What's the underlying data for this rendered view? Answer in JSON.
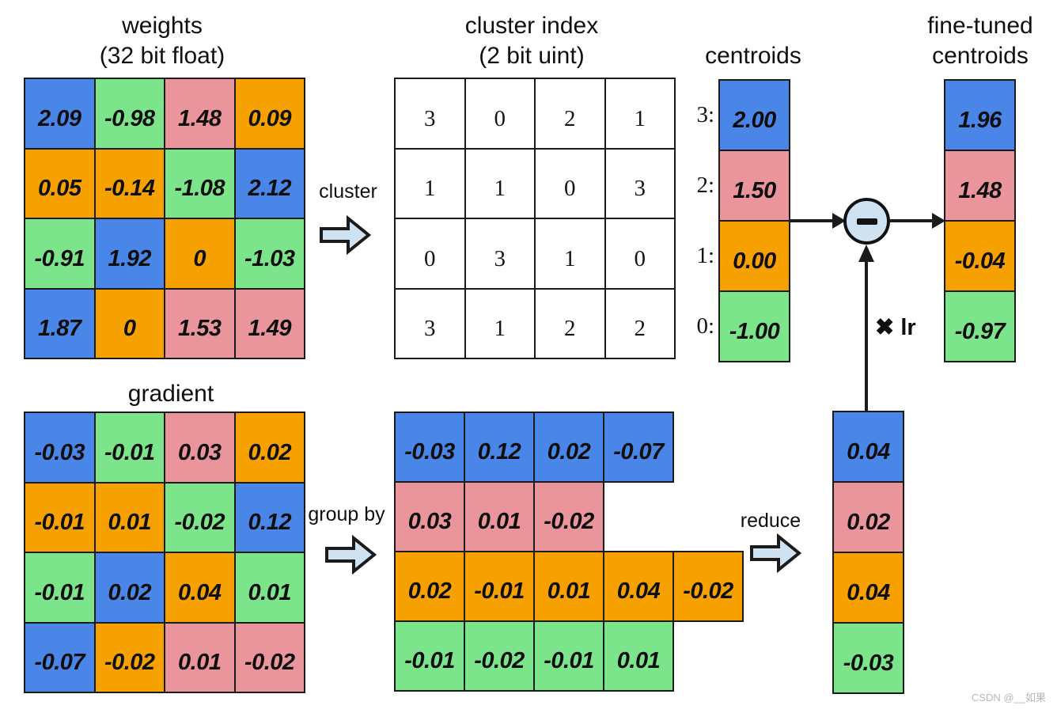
{
  "colors": {
    "blue": "#4a86e8",
    "green": "#7ce48a",
    "pink": "#e9959b",
    "orange": "#f6a100",
    "arrow_fill": "#cfe2f2",
    "line": "#1b1b1b",
    "watermark": "#b3b7bf"
  },
  "titles": {
    "weights_line1": "weights",
    "weights_line2": "(32 bit float)",
    "cluster_index_line1": "cluster index",
    "cluster_index_line2": "(2 bit uint)",
    "centroids": "centroids",
    "fine_tuned_line1": "fine-tuned",
    "fine_tuned_line2": "centroids",
    "gradient": "gradient"
  },
  "labels": {
    "cluster": "cluster",
    "group_by": "group by",
    "reduce": "reduce",
    "lr": "✖ lr",
    "minus": "−"
  },
  "centroid_indices": [
    "3:",
    "2:",
    "1:",
    "0:"
  ],
  "matrices": {
    "weights": [
      [
        {
          "t": "2.09",
          "c": "b"
        },
        {
          "t": "-0.98",
          "c": "g"
        },
        {
          "t": "1.48",
          "c": "p"
        },
        {
          "t": "0.09",
          "c": "o"
        }
      ],
      [
        {
          "t": "0.05",
          "c": "o"
        },
        {
          "t": "-0.14",
          "c": "o"
        },
        {
          "t": "-1.08",
          "c": "g"
        },
        {
          "t": "2.12",
          "c": "b"
        }
      ],
      [
        {
          "t": "-0.91",
          "c": "g"
        },
        {
          "t": "1.92",
          "c": "b"
        },
        {
          "t": "0",
          "c": "o"
        },
        {
          "t": "-1.03",
          "c": "g"
        }
      ],
      [
        {
          "t": "1.87",
          "c": "b"
        },
        {
          "t": "0",
          "c": "o"
        },
        {
          "t": "1.53",
          "c": "p"
        },
        {
          "t": "1.49",
          "c": "p"
        }
      ]
    ],
    "cluster_index": [
      [
        {
          "t": "3",
          "c": "w"
        },
        {
          "t": "0",
          "c": "w"
        },
        {
          "t": "2",
          "c": "w"
        },
        {
          "t": "1",
          "c": "w"
        }
      ],
      [
        {
          "t": "1",
          "c": "w"
        },
        {
          "t": "1",
          "c": "w"
        },
        {
          "t": "0",
          "c": "w"
        },
        {
          "t": "3",
          "c": "w"
        }
      ],
      [
        {
          "t": "0",
          "c": "w"
        },
        {
          "t": "3",
          "c": "w"
        },
        {
          "t": "1",
          "c": "w"
        },
        {
          "t": "0",
          "c": "w"
        }
      ],
      [
        {
          "t": "3",
          "c": "w"
        },
        {
          "t": "1",
          "c": "w"
        },
        {
          "t": "2",
          "c": "w"
        },
        {
          "t": "2",
          "c": "w"
        }
      ]
    ],
    "centroids": [
      [
        {
          "t": "2.00",
          "c": "b"
        }
      ],
      [
        {
          "t": "1.50",
          "c": "p"
        }
      ],
      [
        {
          "t": "0.00",
          "c": "o"
        }
      ],
      [
        {
          "t": "-1.00",
          "c": "g"
        }
      ]
    ],
    "fine_tuned": [
      [
        {
          "t": "1.96",
          "c": "b"
        }
      ],
      [
        {
          "t": "1.48",
          "c": "p"
        }
      ],
      [
        {
          "t": "-0.04",
          "c": "o"
        }
      ],
      [
        {
          "t": "-0.97",
          "c": "g"
        }
      ]
    ],
    "gradient": [
      [
        {
          "t": "-0.03",
          "c": "b"
        },
        {
          "t": "-0.01",
          "c": "g"
        },
        {
          "t": "0.03",
          "c": "p"
        },
        {
          "t": "0.02",
          "c": "o"
        }
      ],
      [
        {
          "t": "-0.01",
          "c": "o"
        },
        {
          "t": "0.01",
          "c": "o"
        },
        {
          "t": "-0.02",
          "c": "g"
        },
        {
          "t": "0.12",
          "c": "b"
        }
      ],
      [
        {
          "t": "-0.01",
          "c": "g"
        },
        {
          "t": "0.02",
          "c": "b"
        },
        {
          "t": "0.04",
          "c": "o"
        },
        {
          "t": "0.01",
          "c": "g"
        }
      ],
      [
        {
          "t": "-0.07",
          "c": "b"
        },
        {
          "t": "-0.02",
          "c": "o"
        },
        {
          "t": "0.01",
          "c": "p"
        },
        {
          "t": "-0.02",
          "c": "p"
        }
      ]
    ],
    "grouped": [
      [
        {
          "t": "-0.03",
          "c": "b"
        },
        {
          "t": "0.12",
          "c": "b"
        },
        {
          "t": "0.02",
          "c": "b"
        },
        {
          "t": "-0.07",
          "c": "b"
        }
      ],
      [
        {
          "t": "0.03",
          "c": "p"
        },
        {
          "t": "0.01",
          "c": "p"
        },
        {
          "t": "-0.02",
          "c": "p"
        }
      ],
      [
        {
          "t": "0.02",
          "c": "o"
        },
        {
          "t": "-0.01",
          "c": "o"
        },
        {
          "t": "0.01",
          "c": "o"
        },
        {
          "t": "0.04",
          "c": "o"
        },
        {
          "t": "-0.02",
          "c": "o"
        }
      ],
      [
        {
          "t": "-0.01",
          "c": "g"
        },
        {
          "t": "-0.02",
          "c": "g"
        },
        {
          "t": "-0.01",
          "c": "g"
        },
        {
          "t": "0.01",
          "c": "g"
        }
      ]
    ],
    "reduced": [
      [
        {
          "t": "0.04",
          "c": "b"
        }
      ],
      [
        {
          "t": "0.02",
          "c": "p"
        }
      ],
      [
        {
          "t": "0.04",
          "c": "o"
        }
      ],
      [
        {
          "t": "-0.03",
          "c": "g"
        }
      ]
    ]
  },
  "watermark": "CSDN @__如果"
}
